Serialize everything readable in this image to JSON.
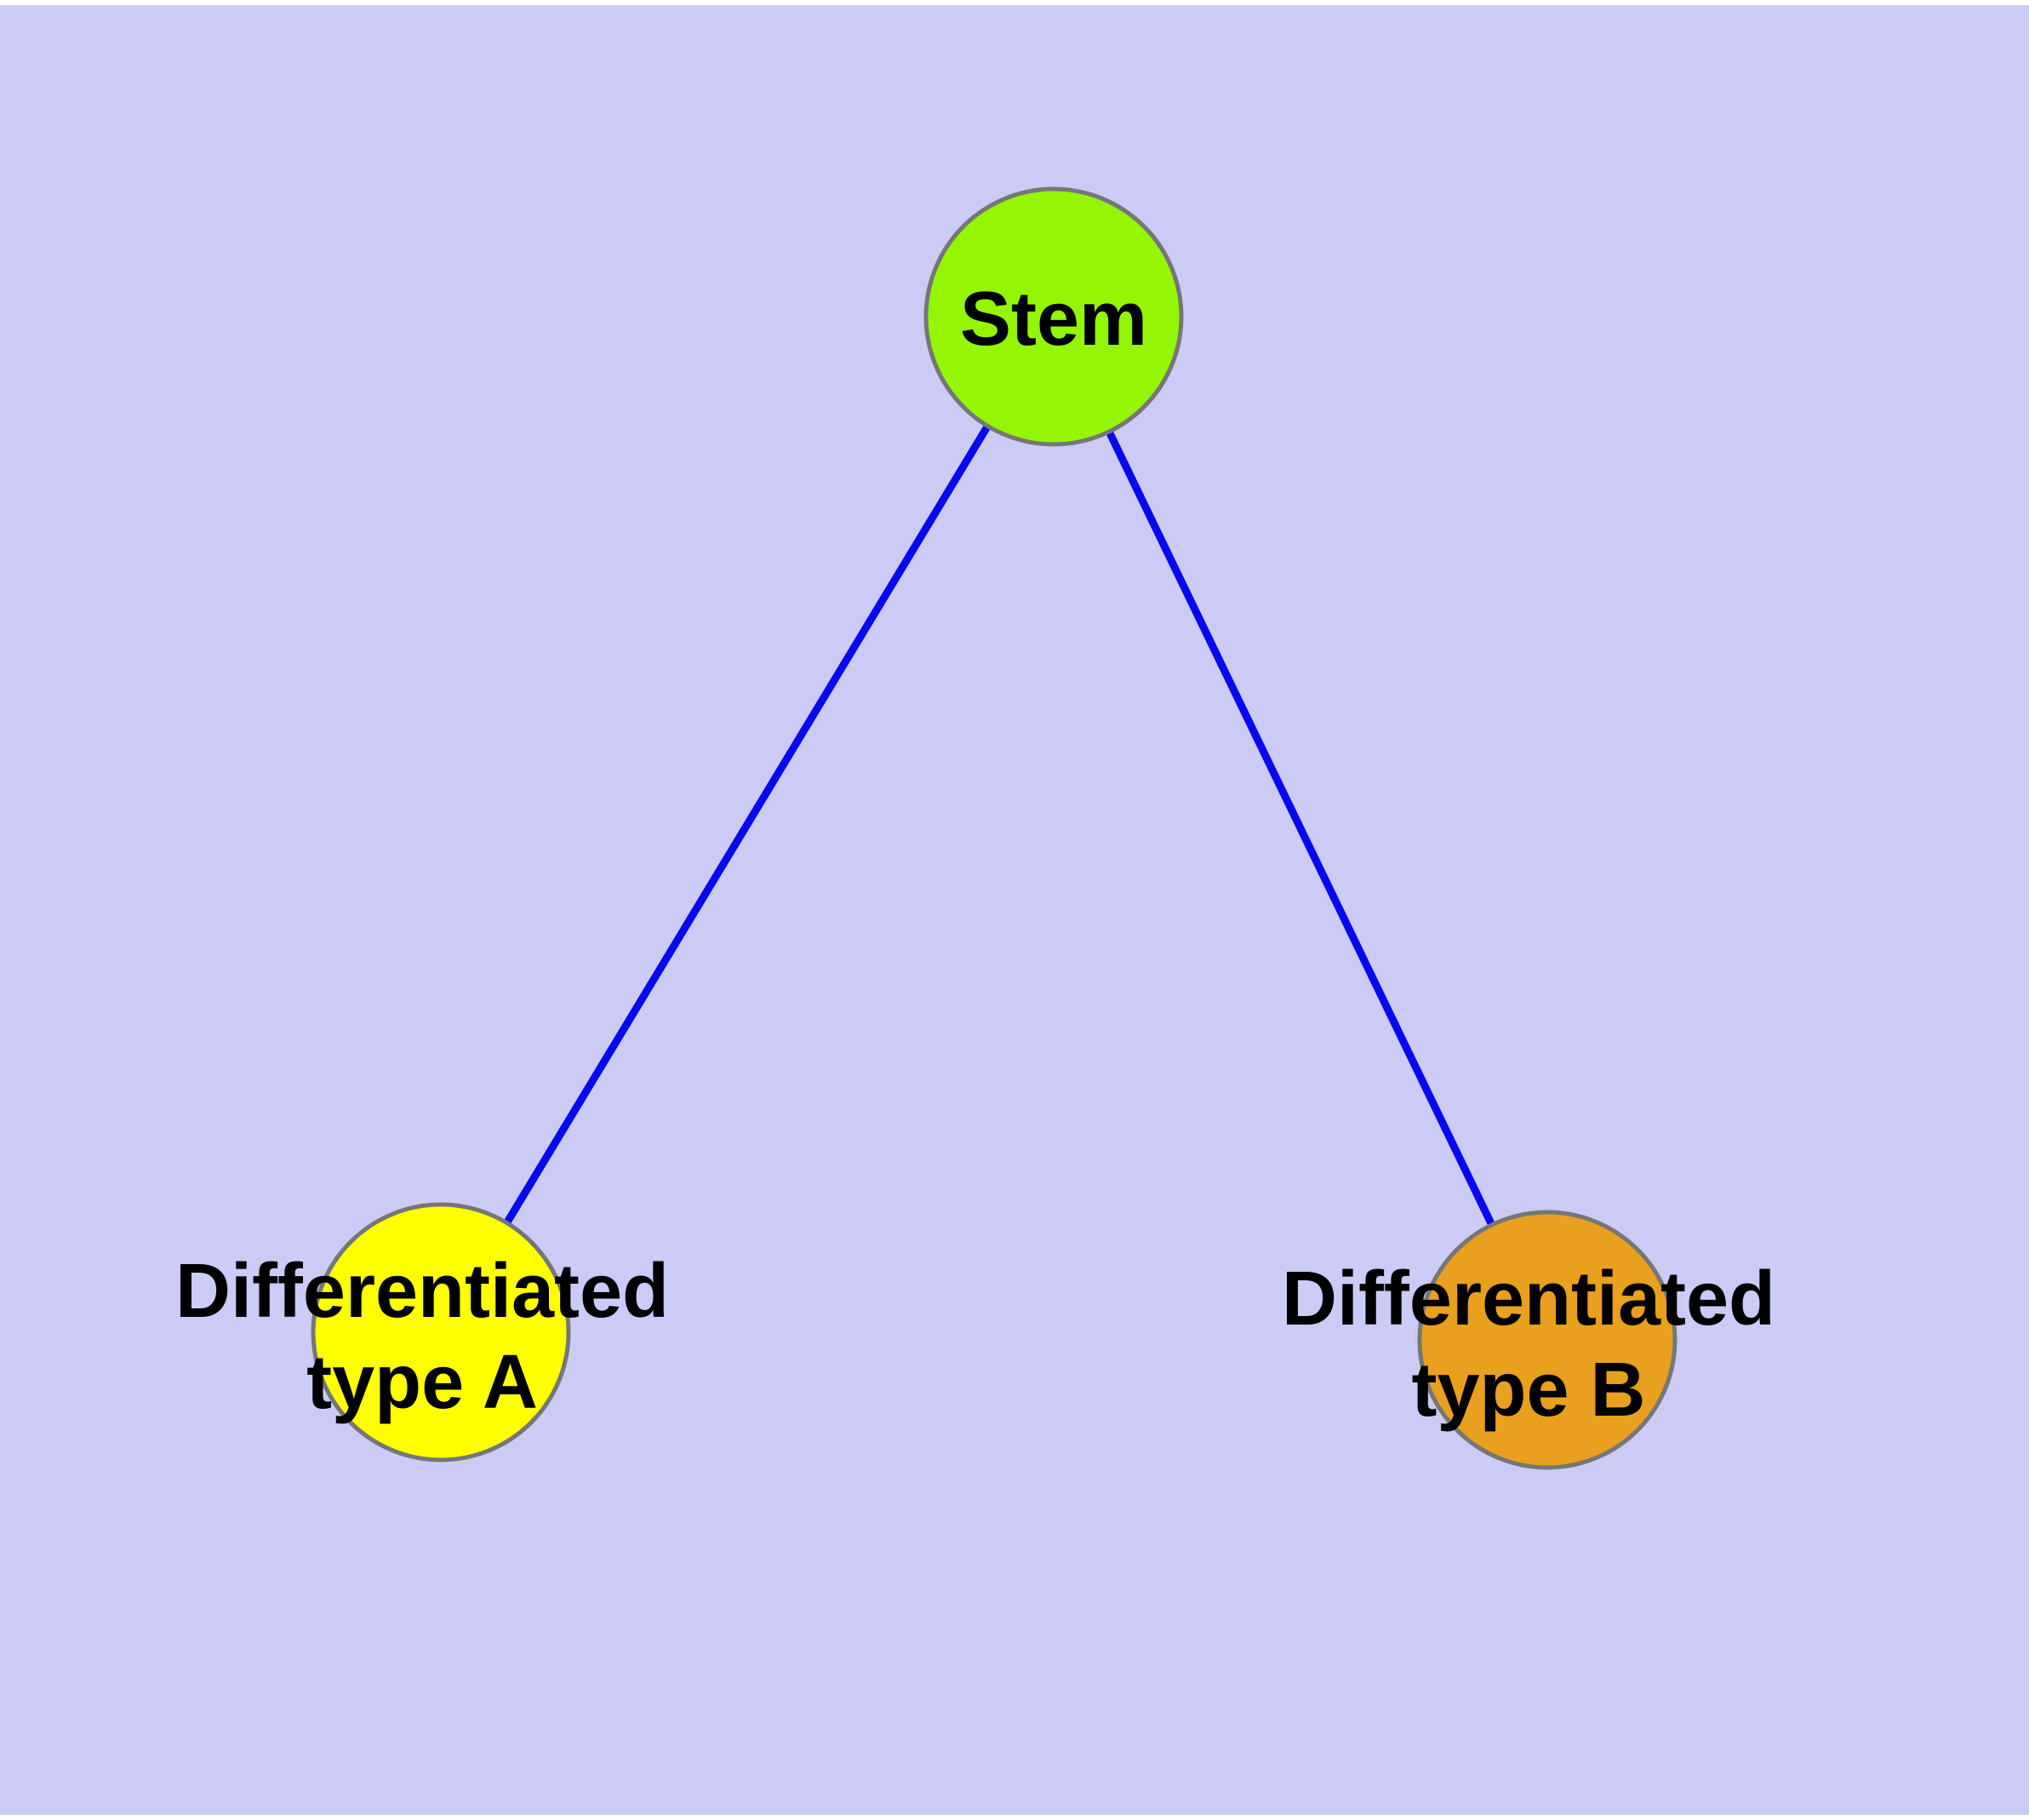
{
  "diagram": {
    "background_color": "#CBCBF6",
    "margin_color": "#FFFFFF",
    "edge_color": "#0707F0",
    "node_border_color": "#767676",
    "label_color": "#000000",
    "nodes": {
      "stem": {
        "label": "Stem",
        "fill": "#94F504"
      },
      "type_a": {
        "label": "Differentiated type A",
        "line1": "Differentiated",
        "line2": "type A",
        "fill": "#FFFF00"
      },
      "type_b": {
        "label": "Differentiated type B",
        "line1": "Differentiated",
        "line2": "type B",
        "fill": "#E8A01E"
      }
    },
    "edges": [
      {
        "from": "Stem",
        "to": "Differentiated type A"
      },
      {
        "from": "Stem",
        "to": "Differentiated type B"
      }
    ]
  }
}
